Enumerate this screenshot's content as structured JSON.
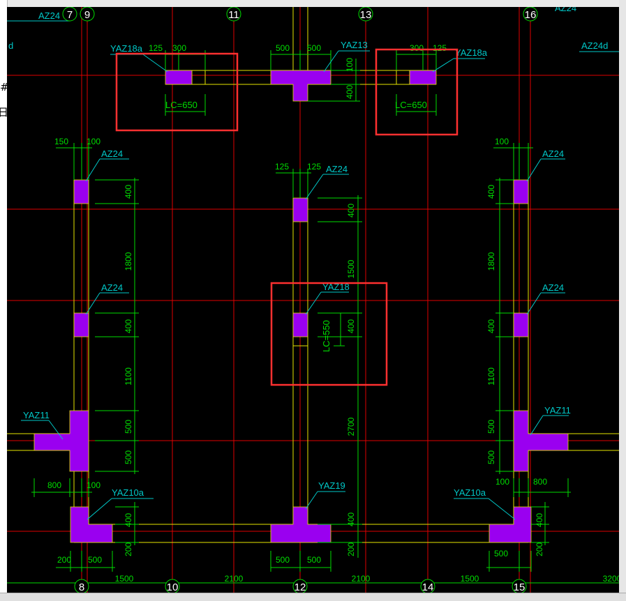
{
  "colors": {
    "background": "#000000",
    "axis": "#e00000",
    "dimension": "#00dd00",
    "wall": "#e6e600",
    "column": "#9a00f0",
    "label": "#00c8c8",
    "highlight": "#ff3030"
  },
  "icons": [
    "cad-canvas",
    "axis-bubble",
    "dimension-tick"
  ],
  "left_panel": {
    "glyph_1": "#",
    "glyph_2": "日"
  },
  "axes": {
    "top": [
      "7",
      "9",
      "11",
      "13",
      "16"
    ],
    "bottom": [
      "8",
      "10",
      "12",
      "14",
      "15"
    ]
  },
  "edge_labels": {
    "top_left_az24": "AZ24",
    "top_right_az24": "AZ24",
    "left_d": "d",
    "right_az24d": "AZ24d"
  },
  "columns": {
    "yaz18a_left": "YAZ18a",
    "yaz13": "YAZ13",
    "yaz18a_right": "YAZ18a",
    "az24_left_top": "AZ24",
    "az24_center": "AZ24",
    "az24_right_top": "AZ24",
    "az24_left_mid": "AZ24",
    "yaz18": "YAZ18",
    "az24_right_mid": "AZ24",
    "yaz11_left": "YAZ11",
    "yaz11_right": "YAZ11",
    "yaz10a_left": "YAZ10a",
    "yaz19": "YAZ19",
    "yaz10a_right": "YAZ10a"
  },
  "lc_labels": {
    "left": "LC=650",
    "right": "LC=650",
    "center": "LC=550"
  },
  "dims": {
    "d125_tl": "125",
    "d300_tl": "300",
    "d500_a": "500",
    "d500_b": "500",
    "d300_tr": "300",
    "d125_tr": "125",
    "d100_t": "100",
    "d400_t": "400",
    "d150": "150",
    "d100_l": "100",
    "d125_c1": "125",
    "d125_c2": "125",
    "d100_r": "100",
    "d400_l1": "400",
    "d1800_l": "1800",
    "d400_l2": "400",
    "d1100_l": "1100",
    "d500_l1": "500",
    "d500_l2": "500",
    "d400_c1": "400",
    "d1500_c": "1500",
    "d400_c2": "400",
    "d2700_c": "2700",
    "d400_c3": "400",
    "d200_c": "200",
    "d400_r1": "400",
    "d1800_r": "1800",
    "d400_r2": "400",
    "d1100_r": "1100",
    "d500_r1": "500",
    "d500_r2": "500",
    "d800_l": "800",
    "d100_bl": "100",
    "d400_bl": "400",
    "d200_bl": "200",
    "d100_br": "100",
    "d800_r": "800",
    "d400_br": "400",
    "d200_br": "200",
    "d200_b": "200",
    "d500_bl": "500",
    "d500_bc1": "500",
    "d500_bc2": "500",
    "d500_br": "500",
    "span_1500_l": "1500",
    "span_2100_l": "2100",
    "span_2100_r": "2100",
    "span_1500_r": "1500",
    "span_3200": "3200"
  }
}
